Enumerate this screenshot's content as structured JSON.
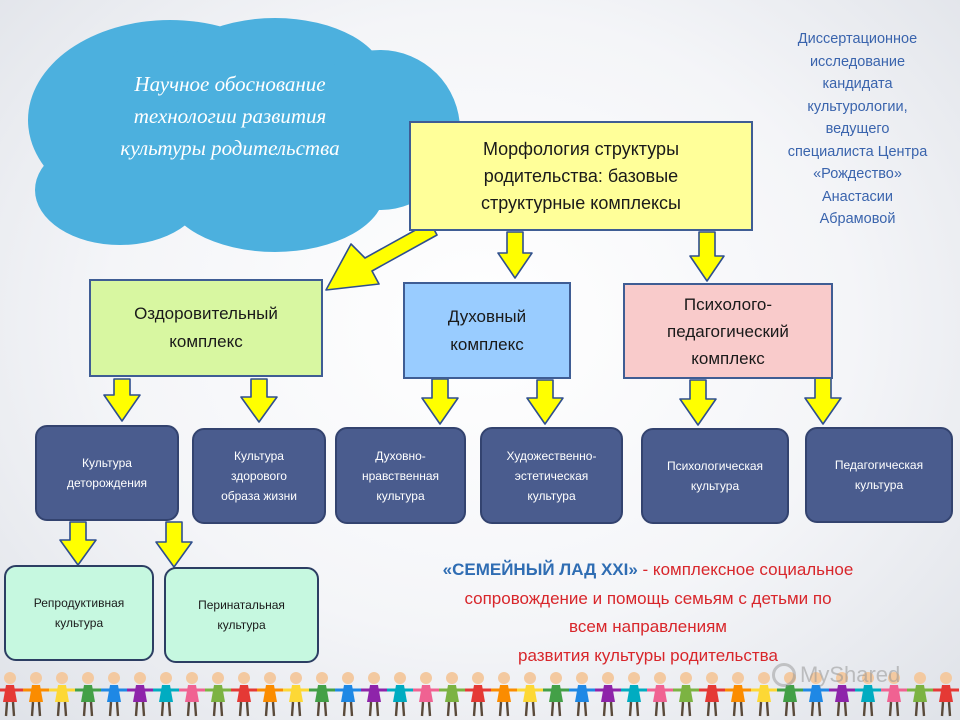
{
  "cloud": {
    "lines": [
      "Научное обоснование",
      "технологии развития",
      "культуры родительства"
    ]
  },
  "sidenote": {
    "lines": [
      "Диссертационное",
      "исследование",
      "кандидата",
      "культурологии,",
      "ведущего",
      "специалиста Центра",
      "«Рождество»",
      "Анастасии",
      "Абрамовой"
    ]
  },
  "morphology": {
    "lines": [
      "Морфология структуры",
      "родительства: базовые",
      "структурные комплексы"
    ]
  },
  "complexes": {
    "health": {
      "lines": [
        "Оздоровительный",
        "комплекс"
      ]
    },
    "spiritual": {
      "lines": [
        "Духовный",
        "комплекс"
      ]
    },
    "psych": {
      "lines": [
        "Психолого-",
        "педагогический",
        "комплекс"
      ]
    }
  },
  "cultures": [
    {
      "lines": [
        "Культура",
        "деторождения"
      ]
    },
    {
      "lines": [
        "Культура",
        "здорового",
        "образа жизни"
      ]
    },
    {
      "lines": [
        "Духовно-",
        "нравственная",
        "культура"
      ]
    },
    {
      "lines": [
        "Художественно-",
        "эстетическая",
        "культура"
      ]
    },
    {
      "lines": [
        "Психологическая",
        "культура"
      ]
    },
    {
      "lines": [
        "Педагогическая",
        "культура"
      ]
    }
  ],
  "subcultures": [
    {
      "lines": [
        "Репродуктивная",
        "культура"
      ]
    },
    {
      "lines": [
        "Перинатальная",
        "культура"
      ]
    }
  ],
  "slogan": {
    "brand": "«СЕМЕЙНЫЙ ЛАД XXI»",
    "line1_rest": " - комплексное социальное",
    "line2": "сопровождение и  помощь семьям с детьми по",
    "line3": "всем направлениям",
    "line4": "развития культуры родительства"
  },
  "watermark": {
    "text": "MyShared"
  },
  "colors": {
    "cloud": "#4cb0de",
    "arrow_fill": "#ffff00",
    "arrow_stroke": "#2f4f8f",
    "pill": "#4a5c8e",
    "slogan": "#d8262b",
    "brand": "#2f6db3"
  }
}
